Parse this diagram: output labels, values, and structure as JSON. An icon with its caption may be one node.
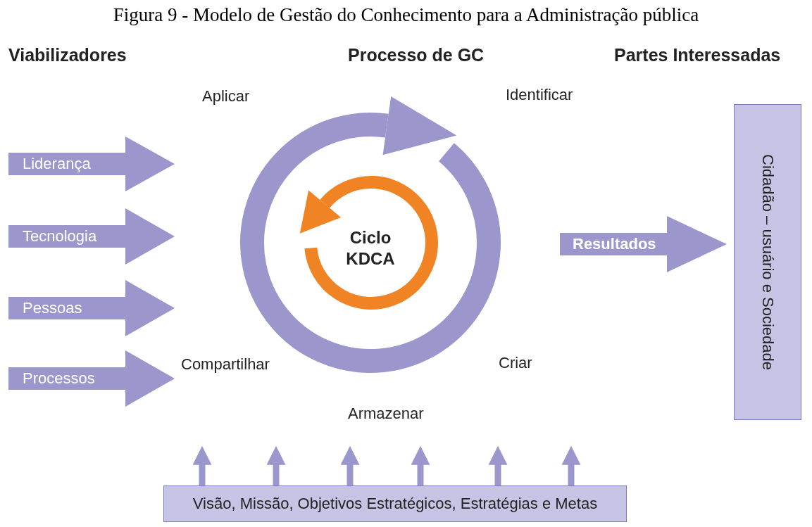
{
  "diagram": {
    "title": "Figura 9 - Modelo de Gestão do Conhecimento para a Administração pública",
    "nodes": [
      {
        "text": [
          "Liderança"
        ]
      },
      {
        "text": [
          "Tecnologia"
        ]
      },
      {
        "text": [
          "Pessoas"
        ]
      },
      {
        "text": [
          "Processos"
        ]
      },
      {
        "text": [
          "Ciclo KDCA"
        ]
      },
      {
        "text": [
          "Resultados"
        ]
      },
      {
        "text": [
          "Cidadão – usuário e Sociedade"
        ]
      },
      {
        "text": [
          "Visão, Missão, Objetivos Estratégicos, Estratégias e Metas"
        ]
      }
    ],
    "edges": [
      {
        "from": 7,
        "to": null,
        "arrow": "to"
      },
      {
        "from": 7,
        "to": null,
        "arrow": "to"
      },
      {
        "from": 7,
        "to": null,
        "arrow": "to"
      },
      {
        "from": 7,
        "to": null,
        "arrow": "to"
      },
      {
        "from": 7,
        "to": null,
        "arrow": "to"
      },
      {
        "from": 7,
        "to": null,
        "arrow": "to"
      }
    ],
    "labels": [
      "Viabilizadores",
      "Processo de GC",
      "Partes Interessadas",
      "Aplicar",
      "Identificar",
      "Compartilhar",
      "Criar",
      "Armazenar"
    ]
  }
}
